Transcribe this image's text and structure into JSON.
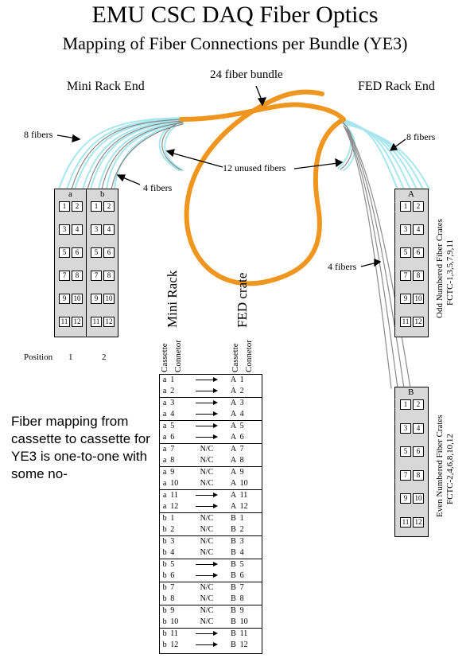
{
  "title": "EMU CSC DAQ Fiber Optics",
  "subtitle": "Mapping of Fiber Connections per Bundle (YE3)",
  "labels": {
    "bundle": "24 fiber bundle",
    "mini_end": "Mini Rack End",
    "fed_end": "FED Rack End",
    "fibers8_left": "8 fibers",
    "fibers8_right": "8 fibers",
    "fibers4_left": "4 fibers",
    "fibers4_right": "4 fibers",
    "unused": "12 unused fibers",
    "position": "Position",
    "pos1": "1",
    "pos2": "2",
    "mini_rack": "Mini Rack",
    "fed_crate": "FED crate",
    "col_cassette_left": "Cassette",
    "col_connector_left": "Connetor",
    "col_cassette_right": "Cassette",
    "col_connector_right": "Connetor",
    "odd_line1": "Odd Numbered Fiber Crates",
    "odd_line2": "FCTC-1,3,5,7,9,11",
    "even_line1": "Even Numbered Fiber Crates",
    "even_line2": "FCTC-2,4,6,8,10,12",
    "note": "Fiber mapping from cassette to cassette for YE3 is one-to-one with some no-"
  },
  "cassettes": {
    "a": "a",
    "b": "b",
    "A": "A",
    "B": "B",
    "cells": [
      "1",
      "2",
      "3",
      "4",
      "5",
      "6",
      "7",
      "8",
      "9",
      "10",
      "11",
      "12"
    ]
  },
  "mapping": [
    {
      "lc": "a",
      "ln": "1",
      "conn": "arrow",
      "rc": "A",
      "rn": "1"
    },
    {
      "lc": "a",
      "ln": "2",
      "conn": "arrow",
      "rc": "A",
      "rn": "2"
    },
    {
      "lc": "a",
      "ln": "3",
      "conn": "arrow",
      "rc": "A",
      "rn": "3"
    },
    {
      "lc": "a",
      "ln": "4",
      "conn": "arrow",
      "rc": "A",
      "rn": "4"
    },
    {
      "lc": "a",
      "ln": "5",
      "conn": "arrow",
      "rc": "A",
      "rn": "5"
    },
    {
      "lc": "a",
      "ln": "6",
      "conn": "arrow",
      "rc": "A",
      "rn": "6"
    },
    {
      "lc": "a",
      "ln": "7",
      "conn": "N/C",
      "rc": "A",
      "rn": "7"
    },
    {
      "lc": "a",
      "ln": "8",
      "conn": "N/C",
      "rc": "A",
      "rn": "8"
    },
    {
      "lc": "a",
      "ln": "9",
      "conn": "N/C",
      "rc": "A",
      "rn": "9"
    },
    {
      "lc": "a",
      "ln": "10",
      "conn": "N/C",
      "rc": "A",
      "rn": "10"
    },
    {
      "lc": "a",
      "ln": "11",
      "conn": "arrow",
      "rc": "A",
      "rn": "11"
    },
    {
      "lc": "a",
      "ln": "12",
      "conn": "arrow",
      "rc": "A",
      "rn": "12"
    },
    {
      "lc": "b",
      "ln": "1",
      "conn": "N/C",
      "rc": "B",
      "rn": "1"
    },
    {
      "lc": "b",
      "ln": "2",
      "conn": "N/C",
      "rc": "B",
      "rn": "2"
    },
    {
      "lc": "b",
      "ln": "3",
      "conn": "N/C",
      "rc": "B",
      "rn": "3"
    },
    {
      "lc": "b",
      "ln": "4",
      "conn": "N/C",
      "rc": "B",
      "rn": "4"
    },
    {
      "lc": "b",
      "ln": "5",
      "conn": "arrow",
      "rc": "B",
      "rn": "5"
    },
    {
      "lc": "b",
      "ln": "6",
      "conn": "arrow",
      "rc": "B",
      "rn": "6"
    },
    {
      "lc": "b",
      "ln": "7",
      "conn": "N/C",
      "rc": "B",
      "rn": "7"
    },
    {
      "lc": "b",
      "ln": "8",
      "conn": "N/C",
      "rc": "B",
      "rn": "8"
    },
    {
      "lc": "b",
      "ln": "9",
      "conn": "N/C",
      "rc": "B",
      "rn": "9"
    },
    {
      "lc": "b",
      "ln": "10",
      "conn": "N/C",
      "rc": "B",
      "rn": "10"
    },
    {
      "lc": "b",
      "ln": "11",
      "conn": "arrow",
      "rc": "B",
      "rn": "11"
    },
    {
      "lc": "b",
      "ln": "12",
      "conn": "arrow",
      "rc": "B",
      "rn": "12"
    }
  ],
  "colors": {
    "bundle": "#f0961e",
    "fiber_cyan": "#a8e6ee",
    "fiber_grey": "#8a8a8a",
    "panel": "#d8d8d8"
  }
}
